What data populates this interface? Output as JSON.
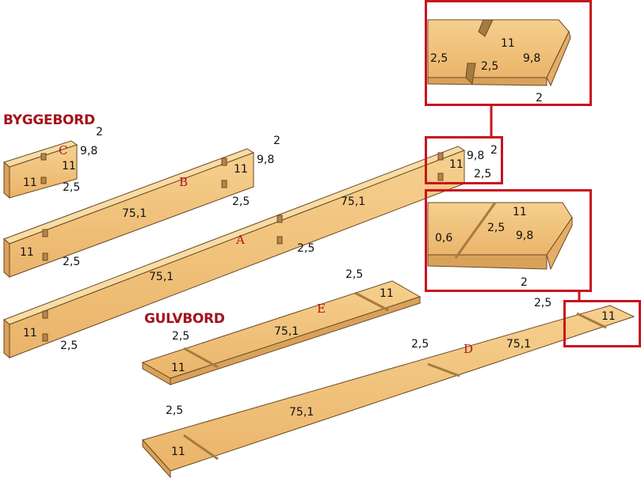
{
  "headings": {
    "byggebord": "BYGGEBORD",
    "gulvbord": "GULVBORD"
  },
  "part_letters": {
    "A": "A",
    "B": "B",
    "C": "C",
    "D": "D",
    "E": "E"
  },
  "dimensions": {
    "c_top": "2",
    "c_height": "9,8",
    "c_width_right": "11",
    "c_width_left": "11",
    "c_slot": "2,5",
    "b_top": "2",
    "b_height": "9,8",
    "b_width_right": "11",
    "b_slot_right": "2,5",
    "b_length": "75,1",
    "b_width_left": "11",
    "b_slot_left": "2,5",
    "a_length": "75,1",
    "a_slot_mid": "2,5",
    "a_width_left": "11",
    "a_slot_left": "2,5",
    "a_end_height": "9,8",
    "a_end_top": "2",
    "a_end_width": "11",
    "a_end_slot": "2,5",
    "detail1_width": "11",
    "detail1_slot_left": "2,5",
    "detail1_slot_right": "2,5",
    "detail1_height": "9,8",
    "detail1_bevel": "2",
    "detail2_width": "11",
    "detail2_groove": "0,6",
    "detail2_slot": "2,5",
    "detail2_height": "9,8",
    "detail2_bevel": "2",
    "e_slot": "2,5",
    "e_width_right": "11",
    "e_length": "75,1",
    "e_slot_left": "2,5",
    "e_width_left": "11",
    "d_slot_mid": "2,5",
    "d_slot_right": "2,5",
    "d_length_right": "75,1",
    "d_width_right": "11",
    "d_slot_left": "2,5",
    "d_length": "75,1",
    "d_width_left": "11"
  },
  "colors": {
    "wood": "#f2c47e",
    "wood_dark": "#d9a25a",
    "frame": "#c8141e",
    "heading": "#a3121c"
  }
}
